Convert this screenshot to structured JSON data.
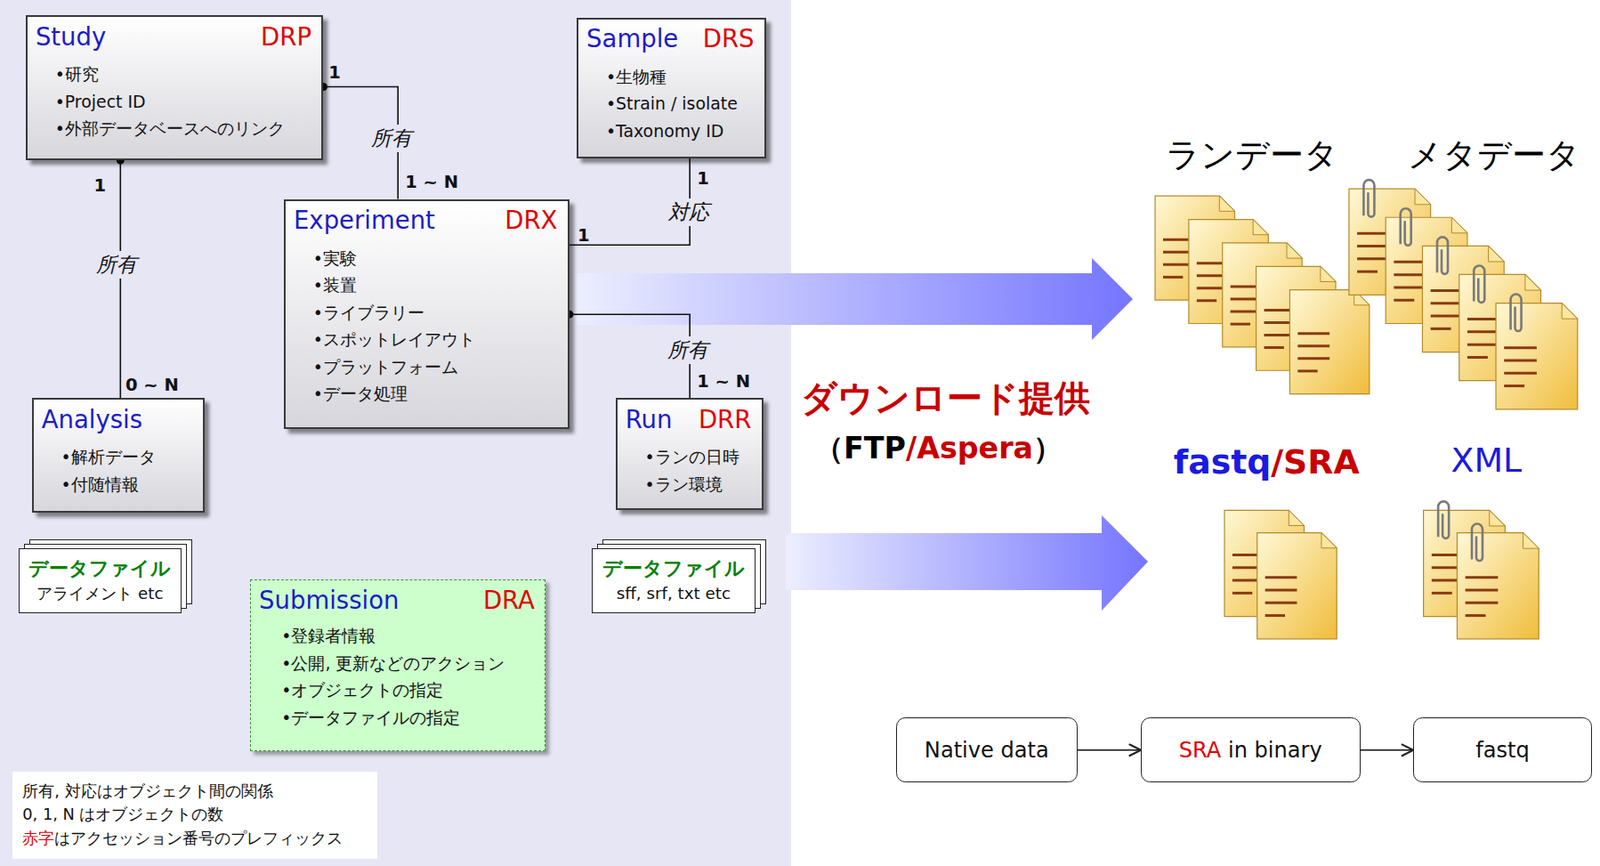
{
  "diagram": {
    "nodes": [
      {
        "text": [
          "Study",
          "DRP",
          "•研究",
          "•Project ID",
          "•外部データベースへのリンク"
        ]
      },
      {
        "text": [
          "Sample",
          "DRS",
          "•生物種",
          "•Strain / isolate",
          "•Taxonomy ID"
        ]
      },
      {
        "text": [
          "Experiment",
          "DRX",
          "•実験",
          "•装置",
          "•ライブラリー",
          "•スポットレイアウト",
          "•プラットフォーム",
          "•データ処理"
        ]
      },
      {
        "text": [
          "Analysis",
          "•解析データ",
          "•付随情報"
        ]
      },
      {
        "text": [
          "Run",
          "DRR",
          "•ランの日時",
          "•ラン環境"
        ]
      },
      {
        "text": [
          "データファイル",
          "アライメント etc"
        ]
      },
      {
        "text": [
          "データファイル",
          "sff, srf, txt etc"
        ]
      },
      {
        "text": [
          "Submission",
          "DRA",
          "•登録者情報",
          "•公開, 更新などのアクション",
          "•オブジェクトの指定",
          "•データファイルの指定"
        ]
      },
      {
        "text": [
          "所有, 対応はオブジェクト間の関係",
          "0, 1, N はオブジェクトの数",
          "赤字はアクセッション番号のプレフィックス"
        ]
      },
      {
        "text": [
          "Native data"
        ]
      },
      {
        "text": [
          "SRA in binary"
        ]
      },
      {
        "text": [
          "fastq"
        ]
      }
    ],
    "edges": [
      {
        "from": 0,
        "to": 2,
        "label": "所有",
        "arrow": "none"
      },
      {
        "from": 0,
        "to": 3,
        "label": "所有",
        "arrow": "none"
      },
      {
        "from": 2,
        "to": 1,
        "label": "対応",
        "arrow": "none"
      },
      {
        "from": 2,
        "to": 4,
        "label": "所有",
        "arrow": "none"
      },
      {
        "from": 9,
        "to": 10,
        "arrow": "to"
      },
      {
        "from": 10,
        "to": 11,
        "arrow": "to"
      }
    ],
    "labels": [
      "1",
      "1 ~ N",
      "1",
      "0 ~ N",
      "1",
      "1",
      "1 ~ N",
      "ランデータ",
      "メタデータ",
      "ダウンロード提供",
      "（FTP/Aspera）",
      "fastq/SRA",
      "XML"
    ]
  }
}
